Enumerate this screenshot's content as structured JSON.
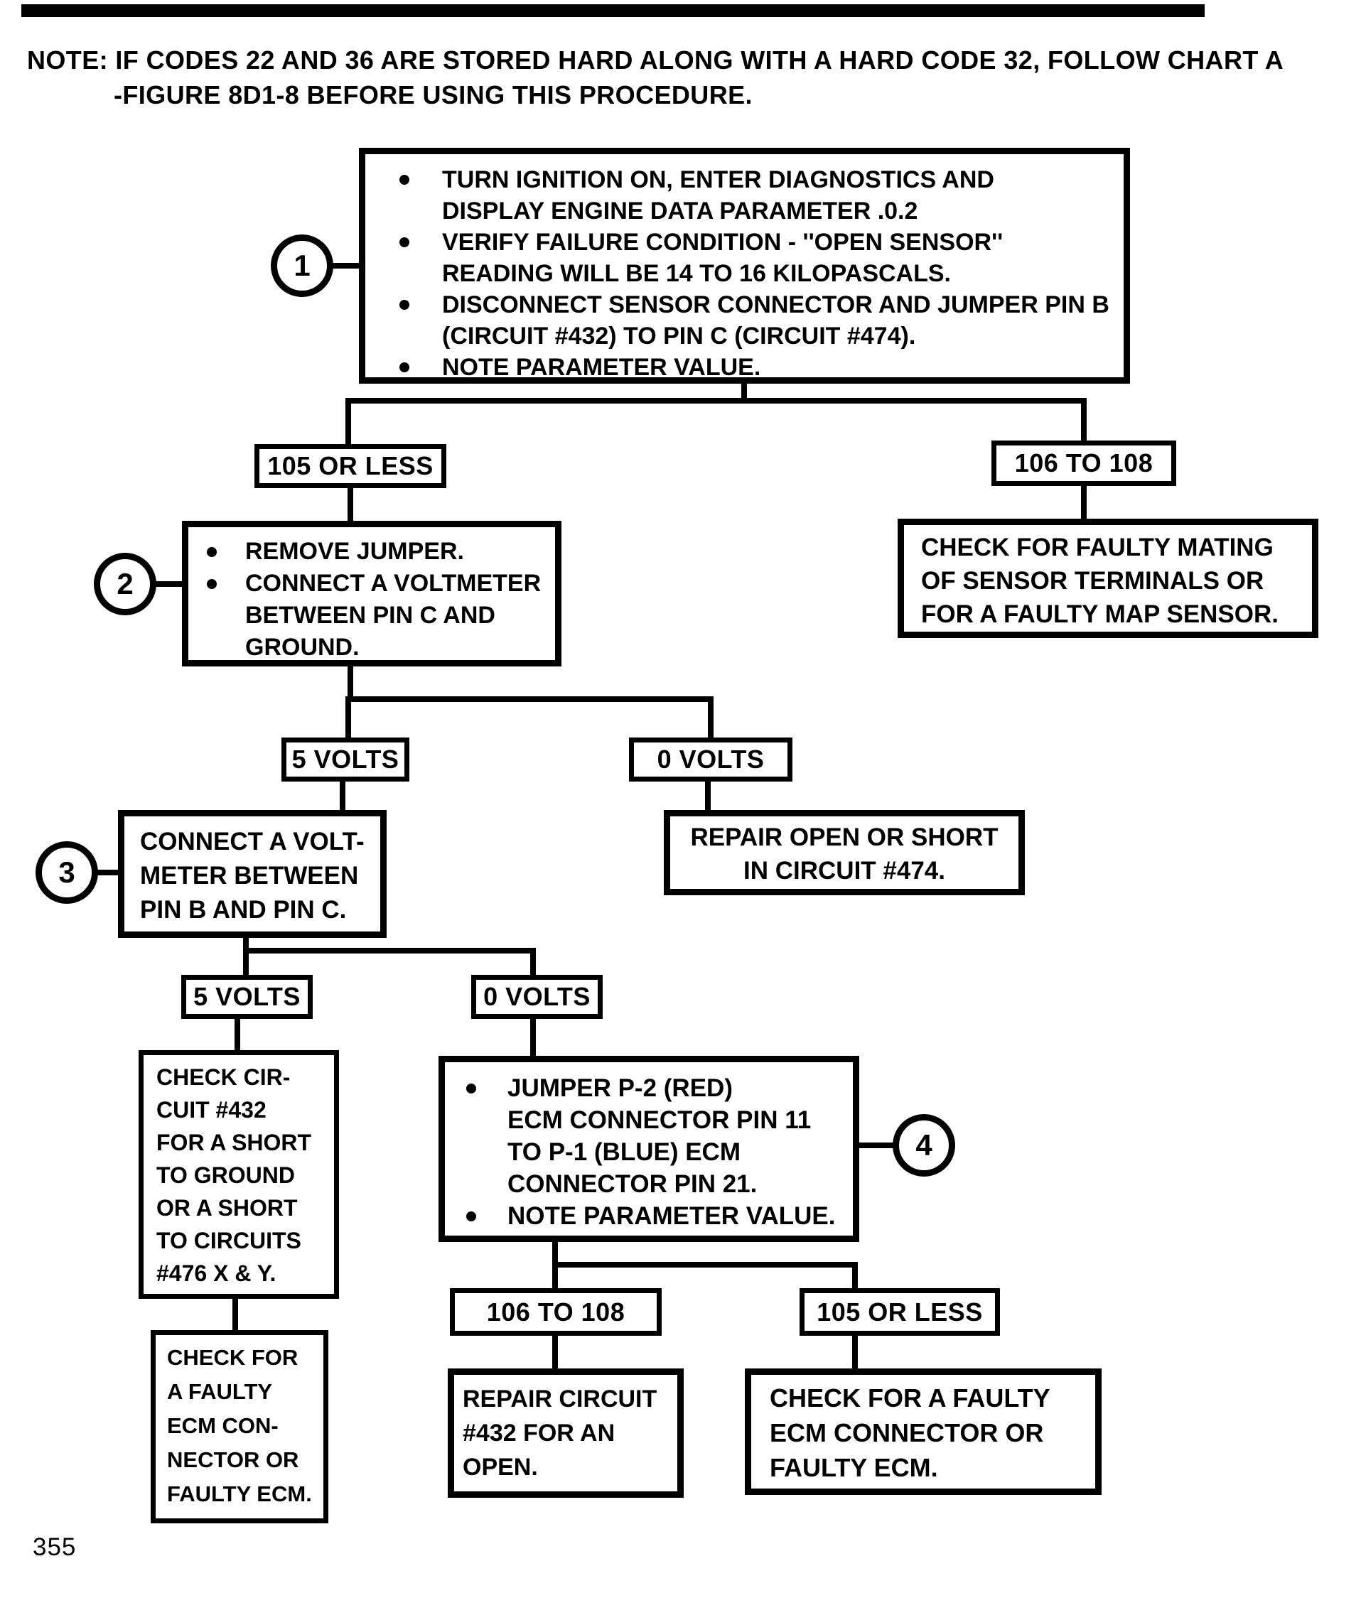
{
  "page": {
    "number": "355"
  },
  "note": {
    "line1": "NOTE:  IF CODES 22 AND 36 ARE STORED HARD ALONG WITH A HARD CODE 32, FOLLOW CHART A",
    "line2": "-FIGURE 8D1-8 BEFORE USING THIS PROCEDURE."
  },
  "steps": {
    "step1": {
      "number": "1",
      "bullets": [
        "TURN IGNITION ON, ENTER DIAGNOSTICS AND\nDISPLAY ENGINE DATA PARAMETER .0.2",
        "VERIFY FAILURE CONDITION - ''OPEN SENSOR''\nREADING WILL BE 14 TO 16 KILOPASCALS.",
        "DISCONNECT SENSOR CONNECTOR AND JUMPER PIN B\n(CIRCUIT #432) TO PIN C (CIRCUIT #474).",
        "NOTE PARAMETER VALUE."
      ]
    },
    "step2": {
      "number": "2",
      "bullets": [
        "REMOVE JUMPER.",
        "CONNECT A VOLTMETER\nBETWEEN PIN C AND\nGROUND."
      ]
    },
    "step3": {
      "number": "3",
      "text": "CONNECT A VOLT-\nMETER BETWEEN\nPIN B AND PIN C."
    },
    "step4": {
      "number": "4",
      "bullets": [
        "JUMPER P-2 (RED)\nECM CONNECTOR PIN 11\nTO P-1 (BLUE) ECM\nCONNECTOR PIN 21.",
        "NOTE PARAMETER VALUE."
      ]
    }
  },
  "branch_labels": {
    "split1_left": "105 OR LESS",
    "split1_right": "106 TO 108",
    "split2_left": "5 VOLTS",
    "split2_right": "0 VOLTS",
    "split3_left": "5 VOLTS",
    "split3_right": "0 VOLTS",
    "split4_left": "106 TO 108",
    "split4_right": "105 OR LESS"
  },
  "outcomes": {
    "faulty_mating": "CHECK FOR FAULTY MATING\nOF SENSOR TERMINALS OR\nFOR A FAULTY MAP SENSOR.",
    "repair_474": "REPAIR OPEN OR SHORT\nIN CIRCUIT #474.",
    "check_circuit_432": "CHECK CIR-\nCUIT #432\nFOR A SHORT\nTO GROUND\nOR A SHORT\nTO CIRCUITS\n#476 X & Y.",
    "faulty_ecm_left": "CHECK FOR\nA FAULTY\nECM CON-\nNECTOR OR\nFAULTY ECM.",
    "repair_432": "REPAIR CIRCUIT\n#432 FOR AN\nOPEN.",
    "faulty_ecm_right": "CHECK FOR A FAULTY\nECM CONNECTOR OR\nFAULTY ECM."
  }
}
